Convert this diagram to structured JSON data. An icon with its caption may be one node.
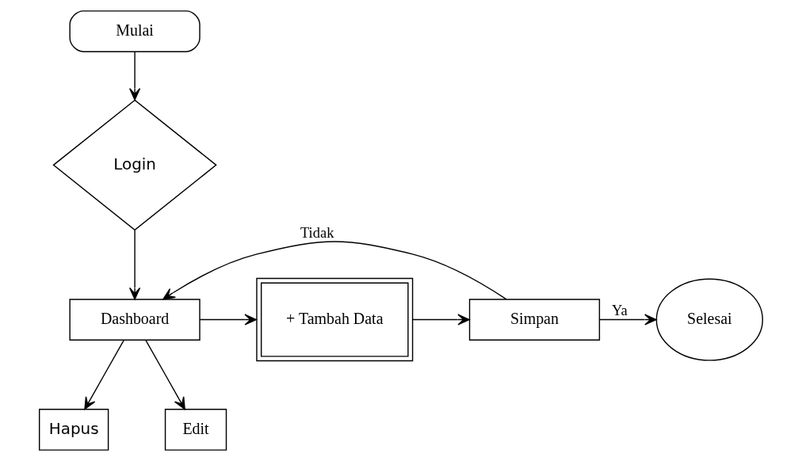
{
  "diagram": {
    "nodes": [
      {
        "text": [
          "Mulai"
        ]
      },
      {
        "text": [
          "Login"
        ]
      },
      {
        "text": [
          "Dashboard"
        ]
      },
      {
        "text": [
          "+ Tambah Data"
        ]
      },
      {
        "text": [
          "Simpan"
        ]
      },
      {
        "text": [
          "Selesai"
        ]
      },
      {
        "text": [
          "Hapus"
        ]
      },
      {
        "text": [
          "Edit"
        ]
      }
    ],
    "edges": [
      {
        "from": 0,
        "to": 1,
        "arrow": "to"
      },
      {
        "from": 1,
        "to": 2,
        "arrow": "to"
      },
      {
        "from": 2,
        "to": 3,
        "arrow": "to"
      },
      {
        "from": 3,
        "to": 4,
        "arrow": "to"
      },
      {
        "from": 4,
        "to": 2,
        "arrow": "to",
        "label": "Tidak"
      },
      {
        "from": 4,
        "to": 5,
        "arrow": "to",
        "label": "Ya"
      },
      {
        "from": 2,
        "to": 6,
        "arrow": "to"
      },
      {
        "from": 2,
        "to": 7,
        "arrow": "to"
      }
    ]
  }
}
